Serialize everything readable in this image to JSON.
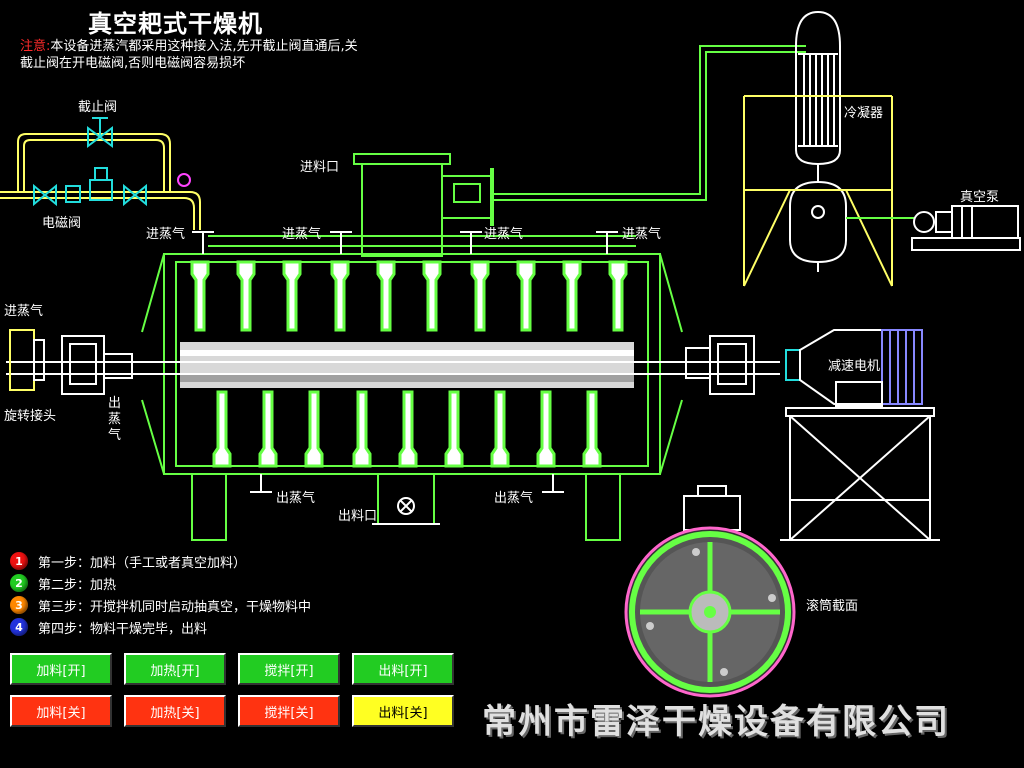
{
  "title": "真空耙式干燥机",
  "notice": {
    "prefix": "注意:",
    "text": "本设备进蒸汽都采用这种接入法,先开截止阀直通后,关截止阀在开电磁阀,否则电磁阀容易损坏"
  },
  "labels": {
    "shutoff_valve": "截止阀",
    "solenoid_valve": "电磁阀",
    "feed_inlet": "进料口",
    "condenser": "冷凝器",
    "vacuum_pump": "真空泵",
    "steam_in": "进蒸气",
    "rotary_joint": "旋转接头",
    "steam_out": "出蒸气",
    "steam_out_vertical": "出蒸气",
    "discharge": "出料口",
    "gear_motor": "减速电机",
    "drum_section": "滚筒截面"
  },
  "steps": [
    {
      "num": "1",
      "color": "#ee1111",
      "text": "第一步：加料（手工或者真空加料）"
    },
    {
      "num": "2",
      "color": "#22cc22",
      "text": "第二步：加热"
    },
    {
      "num": "3",
      "color": "#ff8800",
      "text": "第三步：开搅拌机同时启动抽真空，干燥物料中"
    },
    {
      "num": "4",
      "color": "#2233dd",
      "text": "第四步：物料干燥完毕，出料"
    }
  ],
  "buttons": {
    "feed_on": "加料[开]",
    "heat_on": "加热[开]",
    "stir_on": "搅拌[开]",
    "discharge_on": "出料[开]",
    "feed_off": "加料[关]",
    "heat_off": "加热[关]",
    "stir_off": "搅拌[关]",
    "discharge_off": "出料[关]"
  },
  "company": "常州市雷泽干燥设备有限公司",
  "colors": {
    "steam_pipe": "#ffff66",
    "body_line": "#66ff44",
    "valve": "#22dddd",
    "on_button": "#22cc22",
    "off_button": "#ff3311",
    "highlight_button": "#ffff22"
  }
}
